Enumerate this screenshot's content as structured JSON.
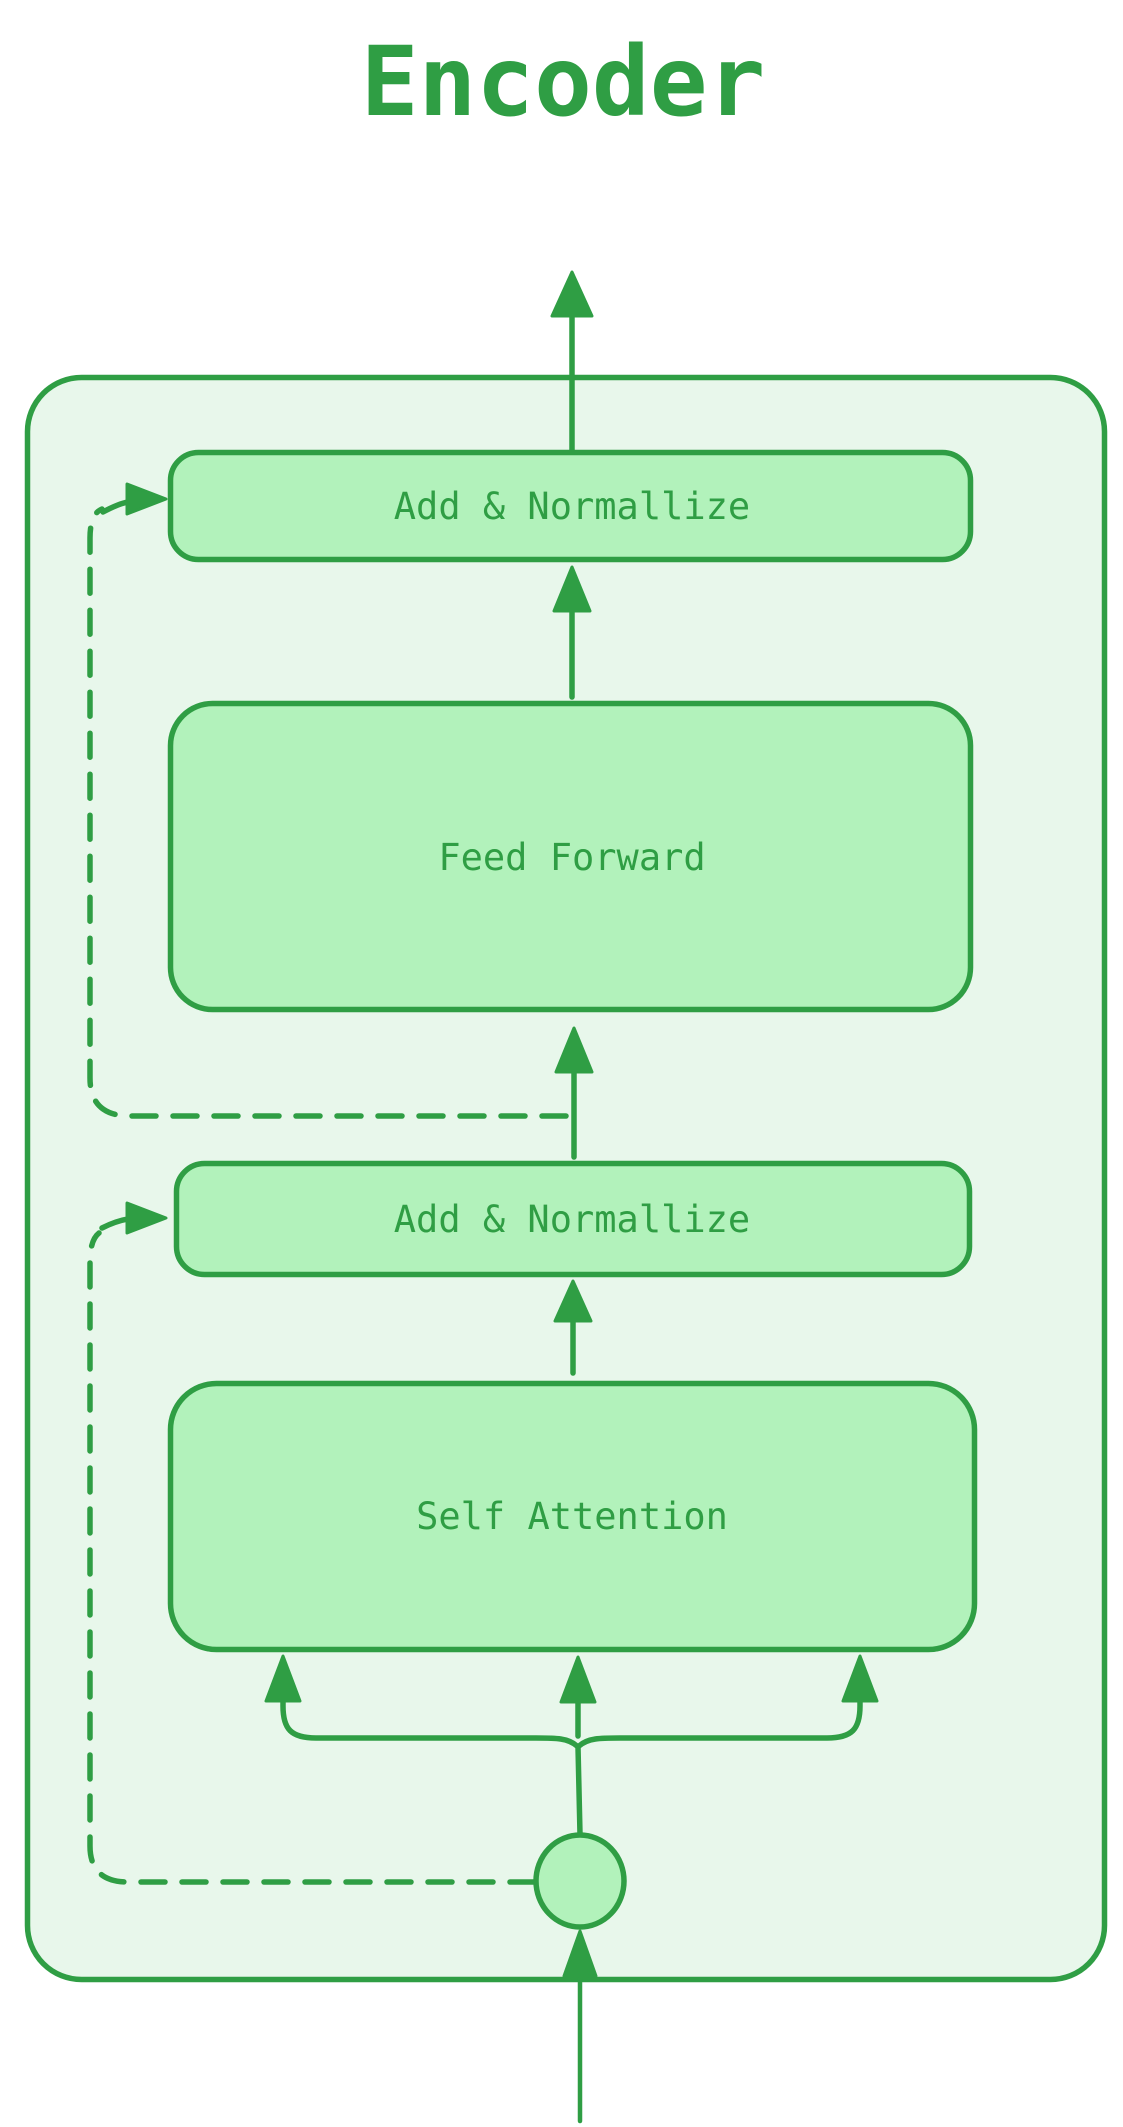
{
  "diagram": {
    "title": "Encoder",
    "type": "flow-diagram",
    "colors": {
      "stroke": "#2f9e44",
      "node_fill": "#b2f2bb",
      "container_fill": "#e8f7eb",
      "background": "#ffffff"
    },
    "nodes": {
      "add_norm_top": {
        "label": "Add & Normallize"
      },
      "feed_forward": {
        "label": "Feed Forward"
      },
      "add_norm_bottom": {
        "label": "Add & Normallize"
      },
      "self_attention": {
        "label": "Self Attention"
      },
      "input_junction": {
        "label": ""
      }
    },
    "edges": [
      {
        "from": "input",
        "to": "input_junction",
        "style": "solid-arrow"
      },
      {
        "from": "input_junction",
        "to": "self_attention",
        "style": "solid-arrow-3-way-fork"
      },
      {
        "from": "input_junction",
        "to": "add_norm_bottom",
        "style": "dashed-skip-arrow"
      },
      {
        "from": "self_attention",
        "to": "add_norm_bottom",
        "style": "solid-arrow"
      },
      {
        "from": "add_norm_bottom",
        "to": "feed_forward",
        "style": "solid-arrow"
      },
      {
        "from": "add_norm_bottom",
        "to": "add_norm_top",
        "style": "dashed-skip-arrow"
      },
      {
        "from": "feed_forward",
        "to": "add_norm_top",
        "style": "solid-arrow"
      },
      {
        "from": "add_norm_top",
        "to": "output",
        "style": "solid-arrow"
      }
    ]
  }
}
